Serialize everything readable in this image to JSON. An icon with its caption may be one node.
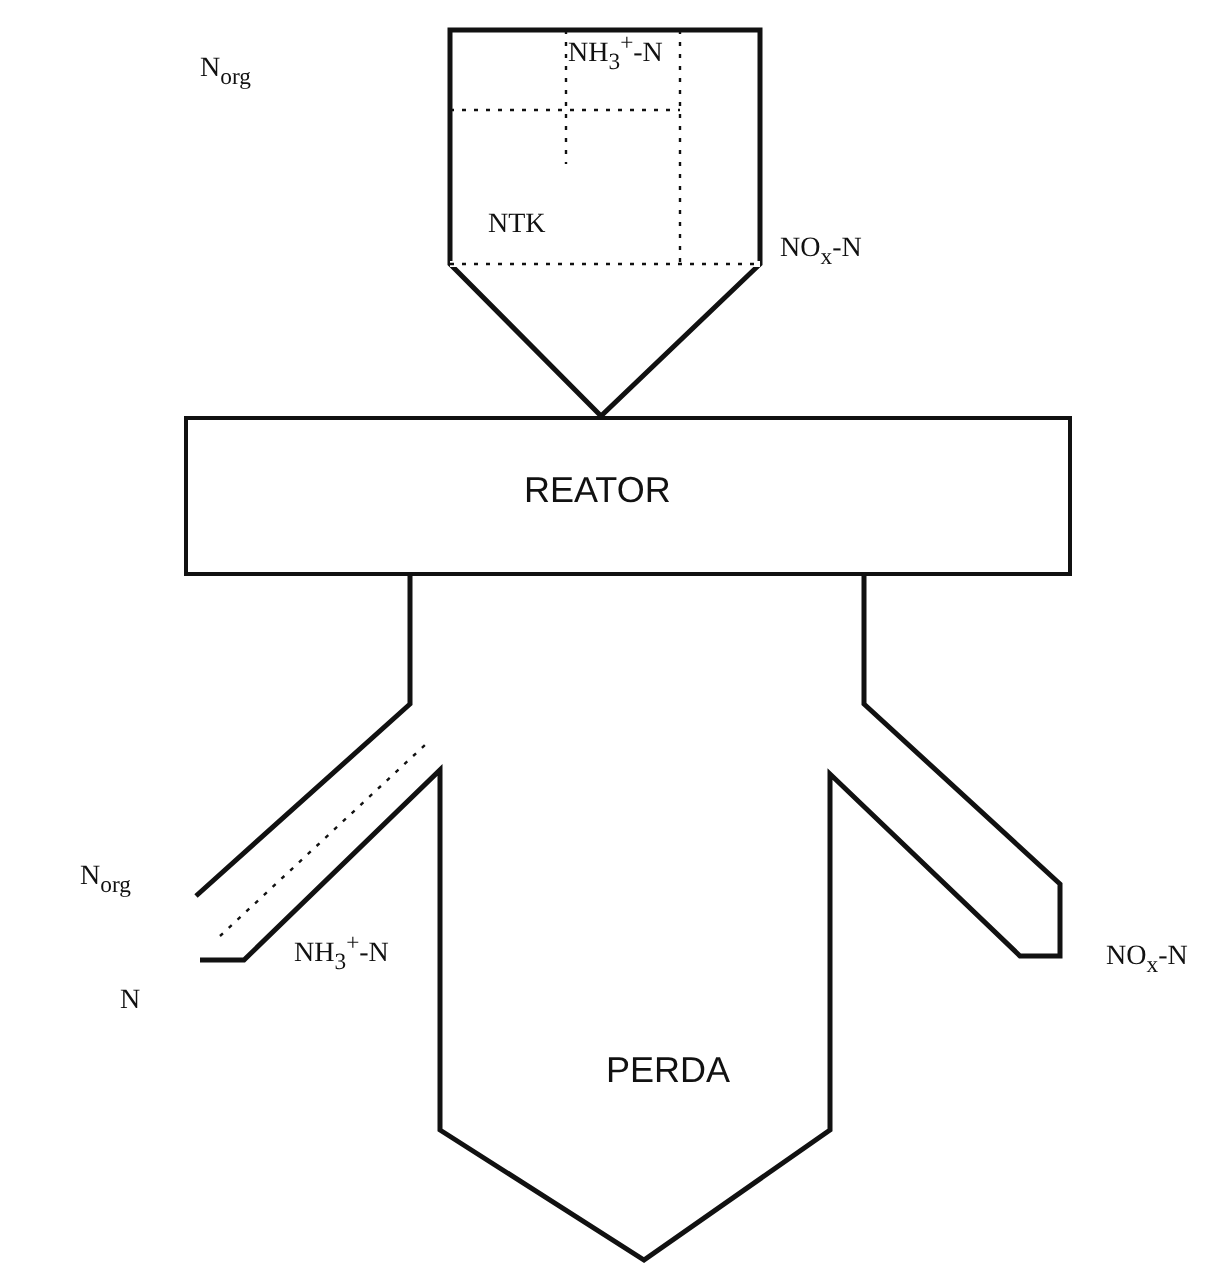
{
  "diagram": {
    "nodes": [
      {
        "text": [
          "NH$_{3}$$^{+}$-N",
          "NTK"
        ]
      },
      {
        "text": [
          "REATOR"
        ]
      },
      {
        "text": [
          "NH$_{3}$$^{+}$-N",
          "PERDA"
        ]
      }
    ],
    "labels": [
      "N$_{org}$",
      "NO$_{x}$-N",
      "N$_{org}$",
      "NO$_{x}$-N",
      "N"
    ]
  }
}
